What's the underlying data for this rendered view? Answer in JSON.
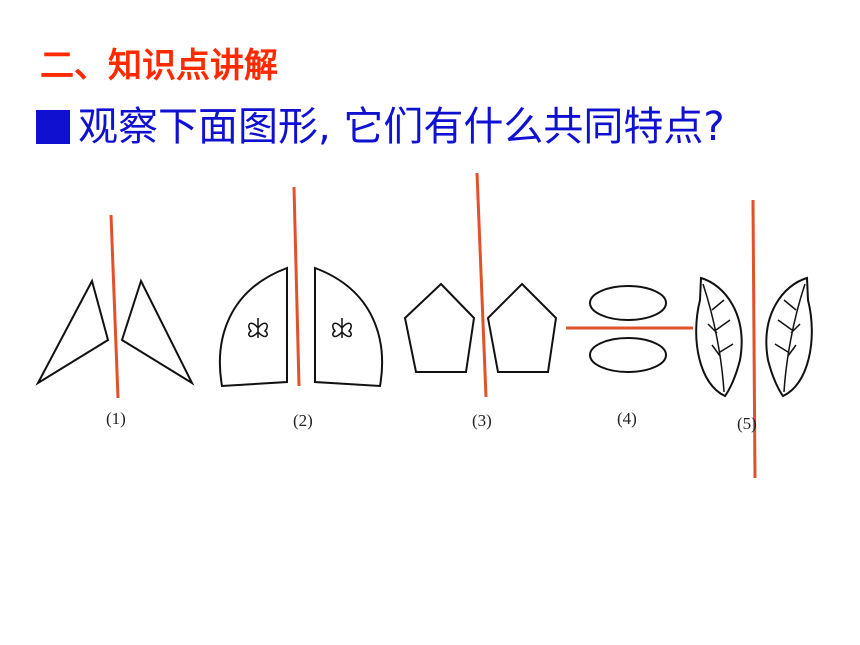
{
  "heading": "二、知识点讲解",
  "question": "观察下面图形, 它们有什么共同特点?",
  "figure_labels": [
    "(1)",
    "(2)",
    "(3)",
    "(4)",
    "(5)"
  ],
  "colors": {
    "heading": "#ff2a00",
    "question": "#1010d0",
    "bullet": "#1010d0",
    "axis_line": "#e0522a",
    "shape_stroke": "#111111"
  },
  "icons": {
    "bullet": "square-bullet",
    "insect": "butterfly-icon"
  }
}
